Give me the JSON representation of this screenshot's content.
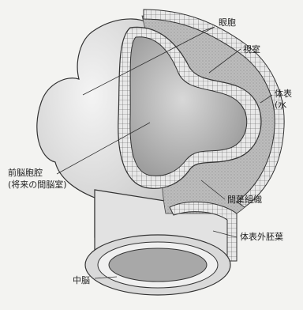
{
  "labels": {
    "optic_vesicle": "眼胞",
    "optic_ventricle": "視室",
    "surface_ectoderm_partial": "体表",
    "surface_ectoderm_partial_sub": "(水",
    "forebrain_cavity": "前脳胞腔",
    "forebrain_cavity_sub": "(将来の間脳室)",
    "mesenchyme": "間葉組織",
    "surface_ectoderm": "体表外胚葉",
    "midbrain": "中脳"
  },
  "colors": {
    "background": "#f3f3f1",
    "tissue_gray": "#bdbdbd",
    "cell_layer": "#e6e6e6",
    "cavity": "#cfcfcf",
    "outline": "#333333"
  }
}
